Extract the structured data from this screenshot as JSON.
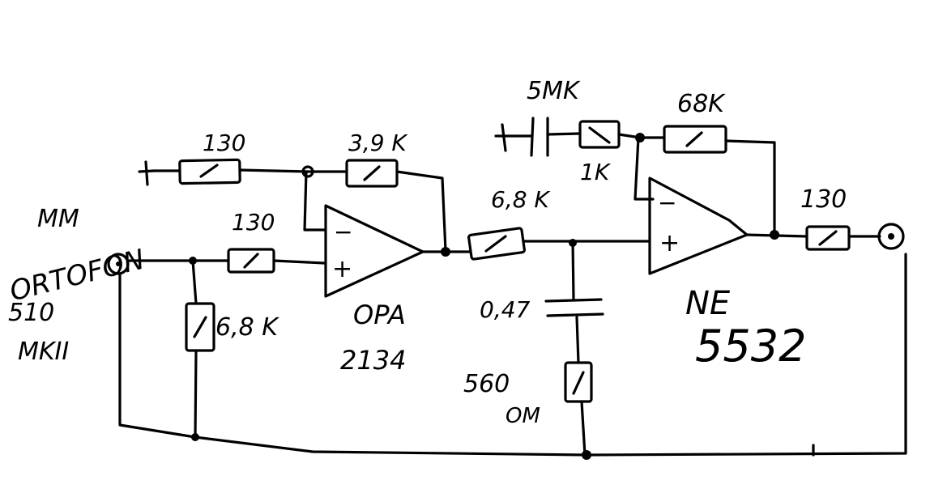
{
  "source": {
    "line1": "MM",
    "line2": "ORTOFON",
    "line3": "510",
    "line4": "MKII"
  },
  "resistors": {
    "r_gnd_130": "130",
    "r_input_130": "130",
    "r_fb_39k": "3,9 K",
    "r_shunt_68k": "6,8 K",
    "r_series_68k": "6,8 K",
    "r_1k": "1K",
    "r_fb_68k": "68K",
    "r_out_130": "130",
    "r_560_value": "560",
    "r_560_unit": "OM"
  },
  "capacitors": {
    "c_047": "0,47",
    "c_5mk": "5MK"
  },
  "opamps": {
    "u1_line1": "OPA",
    "u1_line2": "2134",
    "u2_line1": "NE",
    "u2_line2": "5532",
    "minus": "−",
    "plus": "+"
  },
  "colors": {
    "ink": "#000000",
    "paper": "#ffffff"
  }
}
